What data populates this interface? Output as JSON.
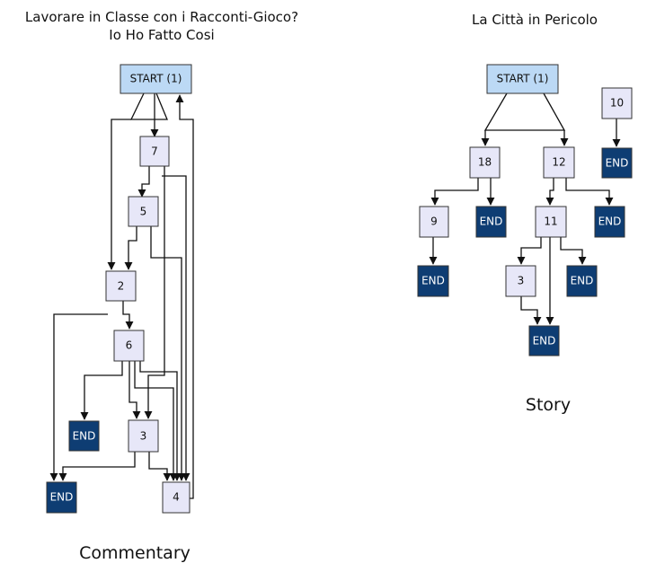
{
  "left": {
    "title": "Lavorare in Classe con i Racconti-Gioco?\nIo Ho Fatto Cosi",
    "caption": "Commentary",
    "nodes": {
      "start": "START (1)",
      "n7": "7",
      "n5": "5",
      "n2": "2",
      "n6": "6",
      "end_a": "END",
      "n3": "3",
      "end_b": "END",
      "n4": "4"
    }
  },
  "right": {
    "title": "La Città in Pericolo",
    "caption": "Story",
    "nodes": {
      "start": "START (1)",
      "n10": "10",
      "end_10": "END",
      "n18": "18",
      "n12": "12",
      "n9": "9",
      "end_18": "END",
      "n11": "11",
      "end_12": "END",
      "end_9": "END",
      "n3": "3",
      "end_11": "END",
      "end_3": "END"
    }
  },
  "colors": {
    "start_fill": "#bcd9f5",
    "node_fill": "#e7e7f8",
    "end_fill": "#0e3d73"
  }
}
